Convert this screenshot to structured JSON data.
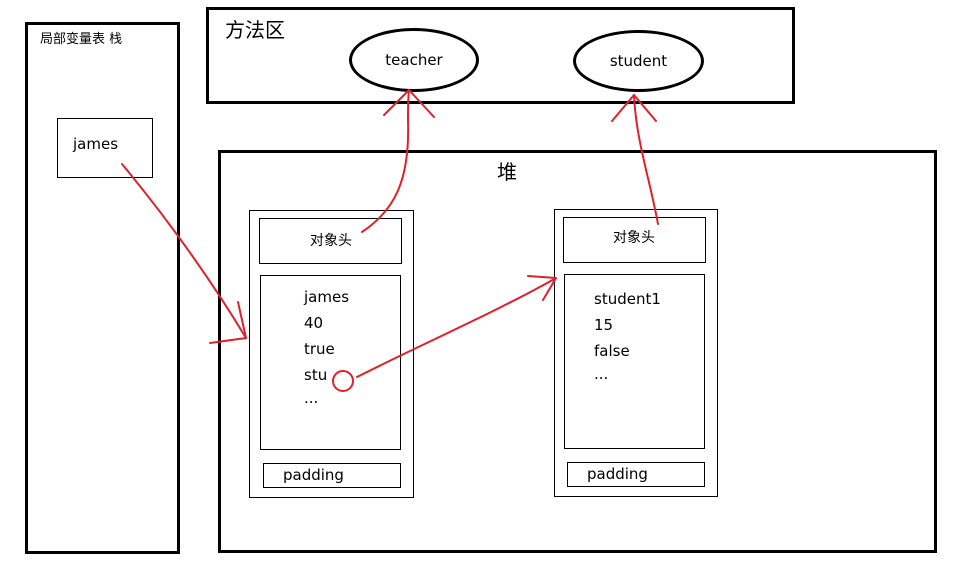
{
  "stack": {
    "title": "局部变量表 栈",
    "var": "james"
  },
  "method_area": {
    "title": "方法区",
    "classes": [
      "teacher",
      "student"
    ]
  },
  "heap": {
    "title": "堆",
    "objects": [
      {
        "header": "对象头",
        "fields": [
          "james",
          "40",
          "true",
          "stu",
          "..."
        ],
        "padding": "padding"
      },
      {
        "header": "对象头",
        "fields": [
          "student1",
          "15",
          "false",
          "..."
        ],
        "padding": "padding"
      }
    ]
  },
  "colors": {
    "arrow": "#e0202a",
    "stroke": "#000000"
  }
}
